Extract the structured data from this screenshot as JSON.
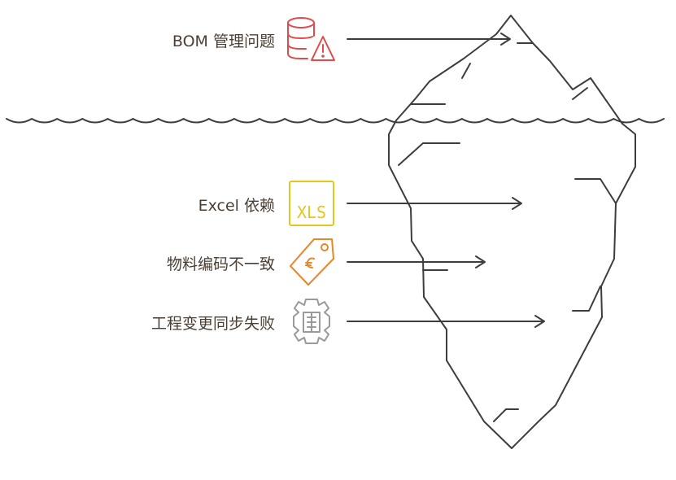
{
  "items": [
    {
      "label": "BOM 管理问题",
      "icon": "database-warning-icon",
      "color": "#e04b4b"
    },
    {
      "label": "Excel 依赖",
      "icon": "xls-file-icon",
      "color": "#e6c619"
    },
    {
      "label": "物料编码不一致",
      "icon": "price-tag-icon",
      "color": "#e8862a"
    },
    {
      "label": "工程变更同步失败",
      "icon": "gear-document-icon",
      "color": "#9a9a9a"
    }
  ],
  "colors": {
    "line": "#3d3d3d",
    "text": "#4a3f35"
  }
}
